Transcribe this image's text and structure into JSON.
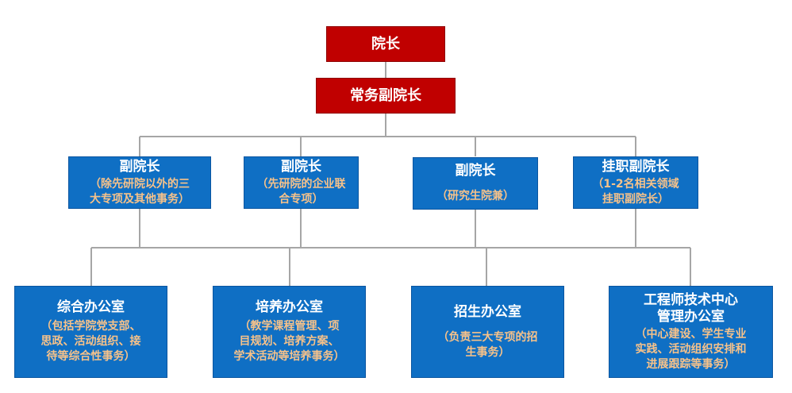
{
  "colors": {
    "top_box": "#c00000",
    "unit_box": "#0f6fc4",
    "subtitle_text": "#f7c28a",
    "connector": "#a6a6a6"
  },
  "top": {
    "dean": "院长",
    "executive_vice_dean": "常务副院长"
  },
  "deputies": [
    {
      "title": "副院长",
      "note": [
        "（除先研院以外的三",
        "大专项及其他事务）"
      ]
    },
    {
      "title": "副院长",
      "note": [
        "（先研院的企业联",
        "合专项）"
      ]
    },
    {
      "title": "副院长",
      "note": [
        "（研究生院兼）"
      ]
    },
    {
      "title": "挂职副院长",
      "note": [
        "（1-2名相关领域",
        "挂职副院长）"
      ]
    }
  ],
  "offices": [
    {
      "title": [
        "综合办公室"
      ],
      "note": [
        "（包括学院党支部、",
        "思政、活动组织、接",
        "待等综合性事务）"
      ]
    },
    {
      "title": [
        "培养办公室"
      ],
      "note": [
        "（教学课程管理、项",
        "目规划、培养方案、",
        "学术活动等培养事务）"
      ]
    },
    {
      "title": [
        "招生办公室"
      ],
      "note": [
        "（负责三大专项的招",
        "生事务）"
      ]
    },
    {
      "title": [
        "工程师技术中心",
        "管理办公室"
      ],
      "note": [
        "（中心建设、学生专业",
        "实践、活动组织安排和",
        "进展跟踪等事务）"
      ]
    }
  ]
}
